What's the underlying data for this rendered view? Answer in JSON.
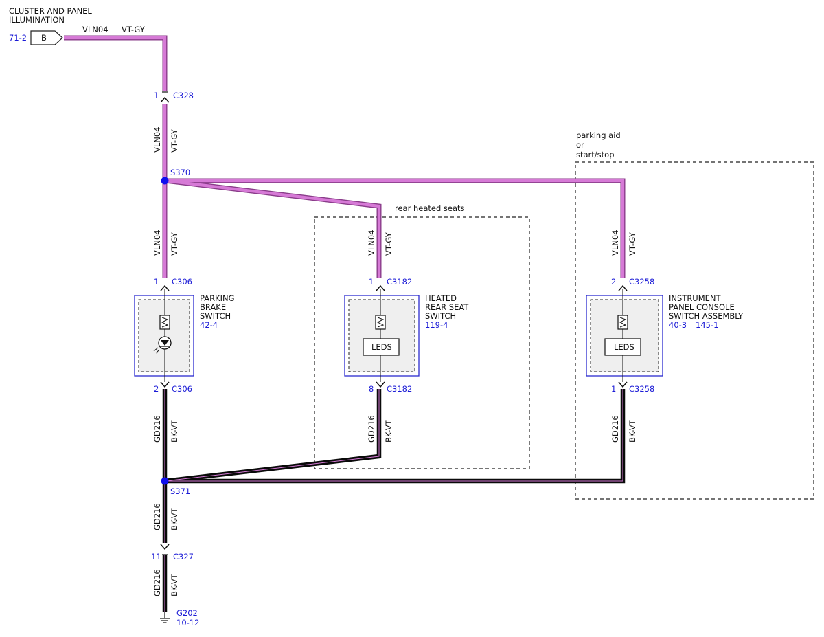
{
  "colors": {
    "vt_gy_fill": "#d67ad6",
    "vt_gy_edge": "#8a3c8a",
    "bk_vt_core": "#0a0a0a",
    "bk_vt_stripe": "#d67ad6",
    "ref_blue": "#1a1ad6",
    "splice_blue": "#1010ee",
    "box_blue": "#2b2bd0",
    "component_fill": "#efefef"
  },
  "source": {
    "title_line1": "CLUSTER AND PANEL",
    "title_line2": "ILLUMINATION",
    "ref": "71-2",
    "pin": "B",
    "circuit": "VLN04",
    "color": "VT-GY"
  },
  "connectors": {
    "c328": {
      "pin": "1",
      "name": "C328"
    },
    "c306_top": {
      "pin": "1",
      "name": "C306"
    },
    "c306_bot": {
      "pin": "2",
      "name": "C306"
    },
    "c3182_top": {
      "pin": "1",
      "name": "C3182"
    },
    "c3182_bot": {
      "pin": "8",
      "name": "C3182"
    },
    "c3258_top": {
      "pin": "2",
      "name": "C3258"
    },
    "c3258_bot": {
      "pin": "1",
      "name": "C3258"
    },
    "c327": {
      "pin": "11",
      "name": "C327"
    }
  },
  "splices": {
    "s370": "S370",
    "s371": "S371"
  },
  "wires": {
    "feed": {
      "circuit": "VLN04",
      "color": "VT-GY"
    },
    "ground": {
      "circuit": "GD216",
      "color": "BK-VT"
    }
  },
  "groups": {
    "rear_heated": "rear heated seats",
    "parking_line1": "parking aid",
    "parking_line2": "or",
    "parking_line3": "start/stop"
  },
  "components": {
    "parking_brake": {
      "line1": "PARKING",
      "line2": "BRAKE",
      "line3": "SWITCH",
      "ref": "42-4"
    },
    "heated_seat": {
      "line1": "HEATED",
      "line2": "REAR SEAT",
      "line3": "SWITCH",
      "ref": "119-4",
      "leds": "LEDS"
    },
    "ip_console": {
      "line1": "INSTRUMENT",
      "line2": "PANEL CONSOLE",
      "line3": "SWITCH ASSEMBLY",
      "ref1": "40-3",
      "ref2": "145-1",
      "leds": "LEDS"
    }
  },
  "ground": {
    "name": "G202",
    "ref": "10-12"
  }
}
